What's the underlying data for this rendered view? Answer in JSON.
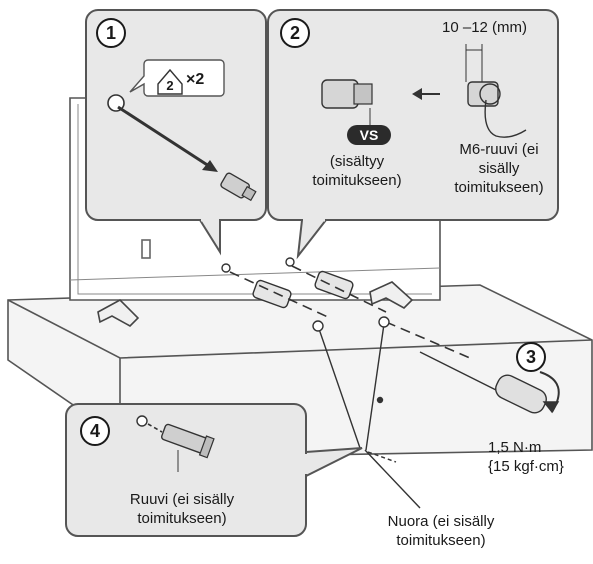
{
  "steps": {
    "s1": "1",
    "s2": "2",
    "s3": "3",
    "s4": "4"
  },
  "panel1": {
    "badge_num": "2",
    "badge_mult": "×2"
  },
  "panel2": {
    "dimension": "10  –12 (mm)",
    "vs_label": "VS",
    "included_line1": "(sisältyy",
    "included_line2": "toimitukseen)",
    "screw_line1": "M6-ruuvi (ei",
    "screw_line2": "sisälly",
    "screw_line3": "toimitukseen)"
  },
  "torque": {
    "line1": "1,5 N·m",
    "line2": "{15 kgf·cm}"
  },
  "panel4": {
    "line1": "Ruuvi (ei sisälly",
    "line2": "toimitukseen)"
  },
  "cord": {
    "line1": "Nuora (ei sisälly",
    "line2": "toimitukseen)"
  },
  "colors": {
    "panel_fill": "#e8e8e8",
    "panel_stroke": "#555555",
    "ink": "#1a1a1a",
    "badge_fill": "#2b2b2b"
  }
}
